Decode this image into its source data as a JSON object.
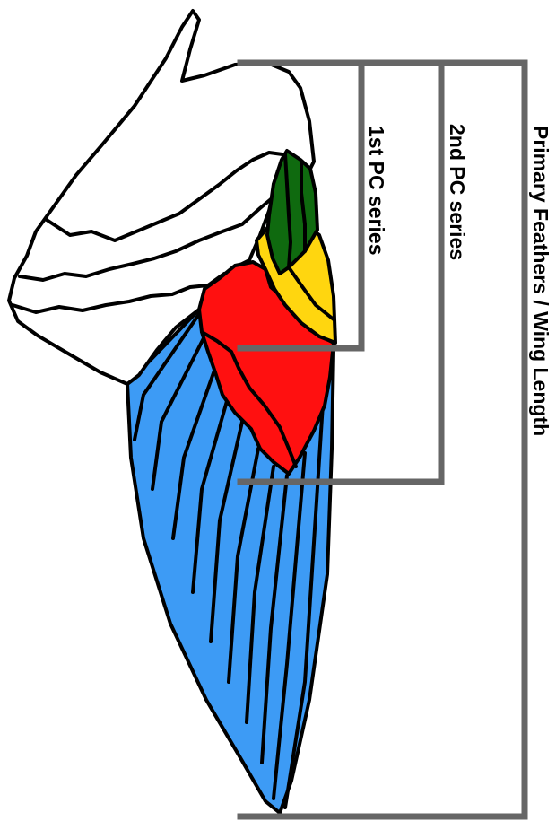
{
  "labels": {
    "first_pc_series": "1st PC series",
    "second_pc_series": "2nd PC series",
    "primary_feathers": "Primary Feathers / Wing Length"
  },
  "colors": {
    "white_coverts": "#ffffff",
    "first_pc_series": "#0f6a0f",
    "second_pc_series": "#ffd60f",
    "red_series": "#ff1010",
    "primary_feathers": "#3d9bf5",
    "outline": "#000000",
    "bracket": "#666666"
  }
}
